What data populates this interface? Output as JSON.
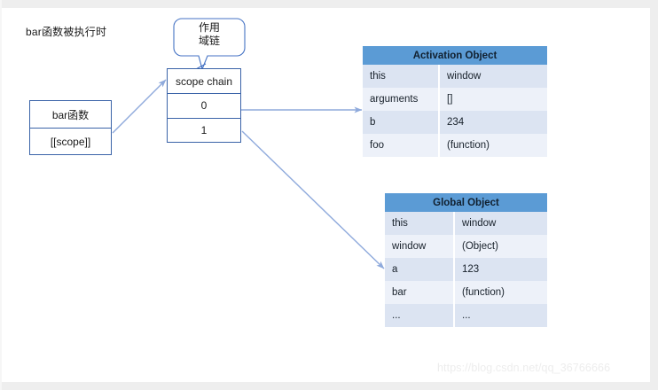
{
  "page": {
    "title_note": "bar函数被执行时",
    "watermark": "https://blog.csdn.net/qq_36766666",
    "colors": {
      "table_header_blue": "#5B9BD5",
      "row_shade_dark": "#DCE4F2",
      "row_shade_light": "#EDF1F9",
      "box_border_blue": "#3A63A8",
      "connector_blue": "#8FAADC",
      "callout_border_blue": "#4472C4",
      "page_background": "#FFFFFF"
    }
  },
  "callout": {
    "line1": "作用",
    "line2": "域链",
    "full_text": "作用域链"
  },
  "function_box": {
    "name": "bar函数",
    "property": "[[scope]]"
  },
  "scope_chain_box": {
    "header": "scope chain",
    "entries": [
      "0",
      "1"
    ]
  },
  "activation_object": {
    "title": "Activation Object",
    "rows": [
      {
        "key": "this",
        "value": "window"
      },
      {
        "key": "arguments",
        "value": "[]"
      },
      {
        "key": "b",
        "value": "234"
      },
      {
        "key": "foo",
        "value": "(function)"
      }
    ]
  },
  "global_object": {
    "title": "Global Object",
    "rows": [
      {
        "key": "this",
        "value": "window"
      },
      {
        "key": "window",
        "value": "(Object)"
      },
      {
        "key": "a",
        "value": "123"
      },
      {
        "key": "bar",
        "value": "(function)"
      },
      {
        "key": "...",
        "value": "..."
      }
    ]
  },
  "connectors": [
    {
      "name": "scope-to-scopechain",
      "from": "[[scope]]",
      "to": "scope chain"
    },
    {
      "name": "index0-to-activation-object",
      "from": "0",
      "to": "Activation Object"
    },
    {
      "name": "index1-to-global-object",
      "from": "1",
      "to": "Global Object"
    },
    {
      "name": "callout-to-scopechain",
      "from": "作用域链",
      "to": "scope chain"
    }
  ]
}
